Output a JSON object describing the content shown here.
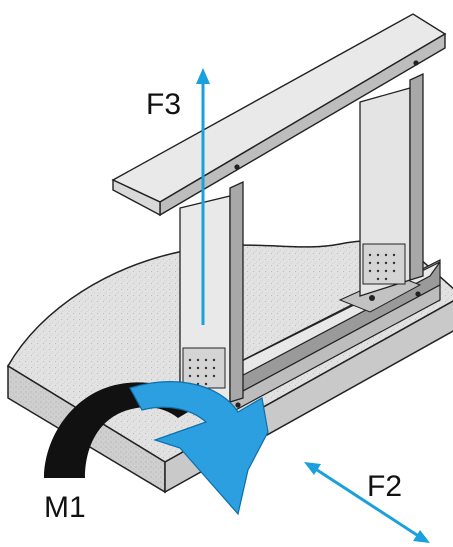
{
  "labels": {
    "f3": "F3",
    "f2": "F2",
    "m1": "M1"
  },
  "colors": {
    "force_arrow": "#1aa0dc",
    "moment_arrow": "#2b9fe0",
    "moment_arrow_dark": "#0d6fa8",
    "concrete": "#dedede",
    "steel": "#d6d6d6",
    "black_arrow": "#111111"
  }
}
